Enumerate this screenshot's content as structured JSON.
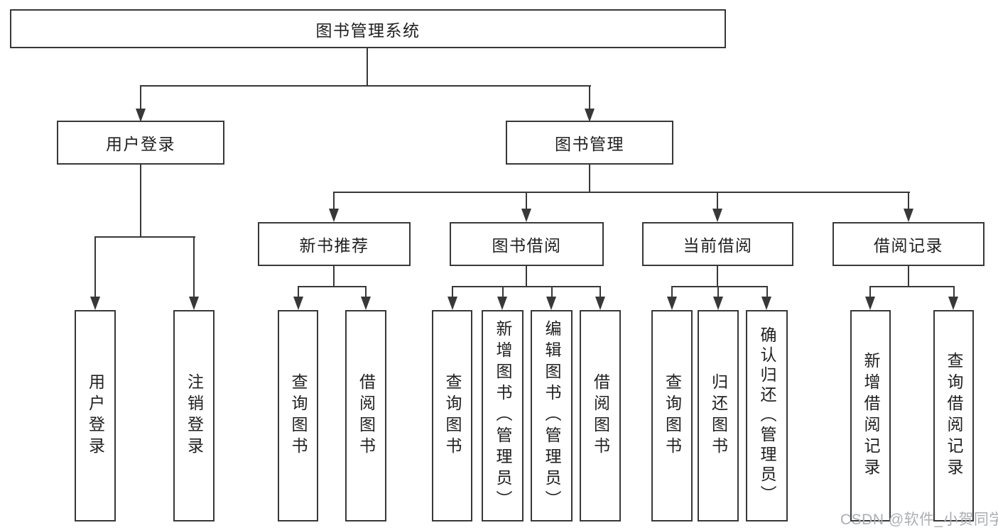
{
  "diagram": {
    "root": {
      "label": "图书管理系统"
    },
    "level2": [
      {
        "label": "用户登录"
      },
      {
        "label": "图书管理"
      }
    ],
    "level3": [
      {
        "label": "新书推荐"
      },
      {
        "label": "图书借阅"
      },
      {
        "label": "当前借阅"
      },
      {
        "label": "借阅记录"
      }
    ],
    "leaves": {
      "user": [
        "用户登录",
        "注销登录"
      ],
      "newbook": [
        "查询图书",
        "借阅图书"
      ],
      "borrow": [
        "查询图书",
        "新增图书（管理员）",
        "编辑图书（管理员）",
        "借阅图书"
      ],
      "current": [
        "查询图书",
        "归还图书",
        "确认归还（管理员）"
      ],
      "record": [
        "新增借阅记录",
        "查询借阅记录"
      ]
    }
  },
  "watermark": {
    "text": "CSDN @软件_小贺同学",
    "color": "#abaeb3"
  },
  "colors": {
    "line": "#383838",
    "box_border": "#383838",
    "text": "#1f1f1f",
    "background": "#ffffff"
  }
}
